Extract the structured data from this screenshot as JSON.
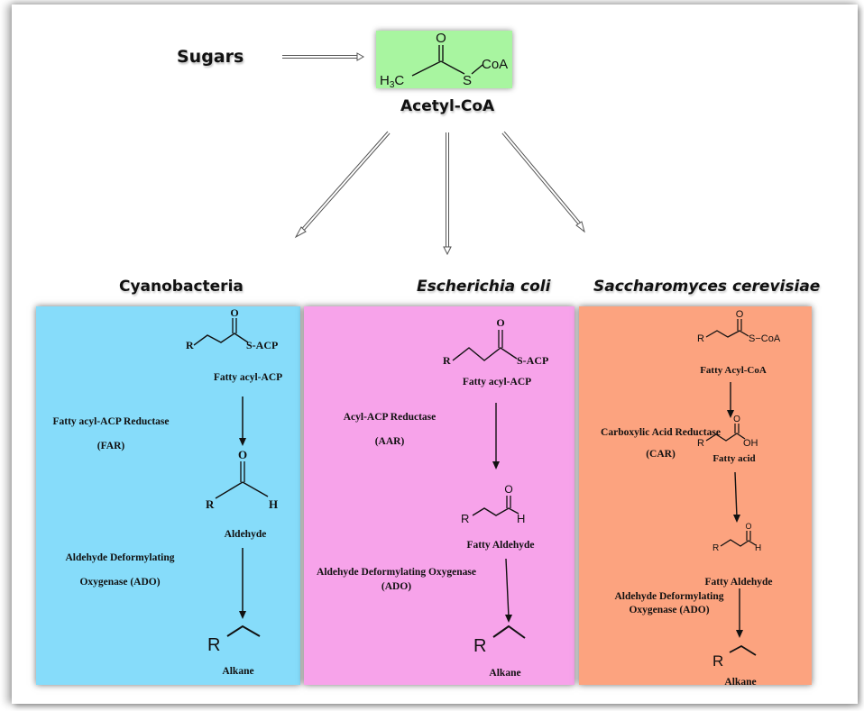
{
  "header": {
    "source_label": "Sugars",
    "product_label": "Acetyl-CoA",
    "product_structure": {
      "atoms": [
        "O",
        "H3C",
        "S",
        "CoA"
      ]
    }
  },
  "colors": {
    "acetyl_box": "#a8f5a0",
    "cyanobacteria_panel": "#86dcfa",
    "ecoli_panel": "#f7a3ea",
    "yeast_panel": "#fca37f"
  },
  "panels": [
    {
      "title": "Cyanobacteria",
      "italic": false,
      "substrate": {
        "name": "Fatty acyl-ACP",
        "group": "S-ACP",
        "r": "R",
        "o": "O"
      },
      "steps": [
        {
          "enzyme_line1": "Fatty acyl-ACP Reductase",
          "enzyme_line2": "(FAR)"
        },
        {
          "enzyme_line1": "Aldehyde Deformylating",
          "enzyme_line2": "Oxygenase (ADO)"
        }
      ],
      "intermediate": {
        "name": "Aldehyde",
        "r": "R",
        "o": "O",
        "h": "H"
      },
      "product": {
        "name": "Alkane",
        "r": "R"
      }
    },
    {
      "title": "Escherichia coli",
      "italic": true,
      "substrate": {
        "name": "Fatty acyl-ACP",
        "group": "S-ACP",
        "r": "R",
        "o": "O"
      },
      "steps": [
        {
          "enzyme_line1": "Acyl-ACP Reductase",
          "enzyme_line2": "(AAR)"
        },
        {
          "enzyme_line1": "Aldehyde Deformylating Oxygenase",
          "enzyme_line2": "(ADO)"
        }
      ],
      "intermediate": {
        "name": "Fatty Aldehyde",
        "r": "R",
        "o": "O",
        "h": "H"
      },
      "product": {
        "name": "Alkane",
        "r": "R"
      }
    },
    {
      "title": "Saccharomyces cerevisiae",
      "italic": true,
      "substrate": {
        "name": "Fatty Acyl-CoA",
        "group": "S−CoA",
        "r": "R",
        "o": "O"
      },
      "acid": {
        "name": "Fatty acid",
        "r": "R",
        "o": "O",
        "oh": "OH"
      },
      "steps": [
        {
          "enzyme_line1": "Carboxylic Acid Reductase",
          "enzyme_line2": "(CAR)"
        },
        {
          "enzyme_line1": "Aldehyde Deformylating",
          "enzyme_line2": "Oxygenase (ADO)"
        }
      ],
      "intermediate": {
        "name": "Fatty Aldehyde",
        "r": "R",
        "o": "O",
        "h": "H"
      },
      "product": {
        "name": "Alkane",
        "r": "R"
      }
    }
  ]
}
